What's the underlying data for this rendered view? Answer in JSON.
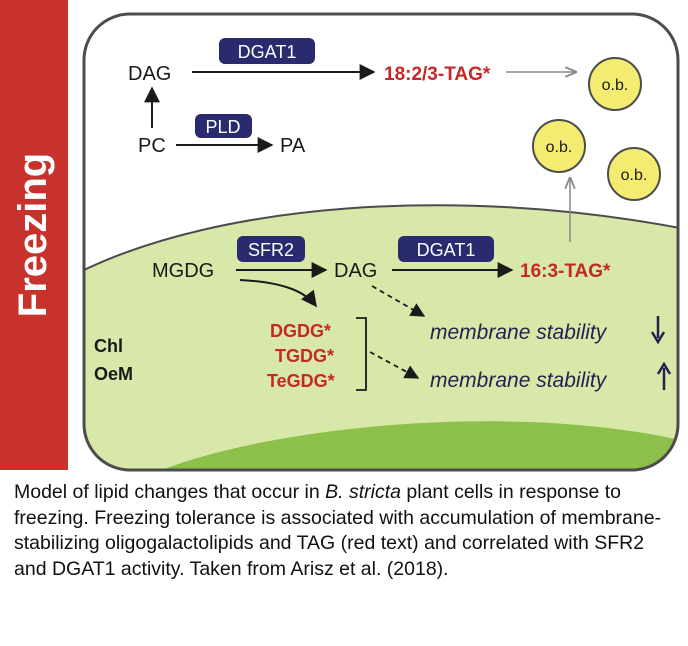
{
  "figure": {
    "side_label": "Freezing",
    "colors": {
      "side_bar": "#c8322d",
      "enzyme_box": "#2a2a6e",
      "chloroplast": "#d8e8a8",
      "inner_membrane": "#8cc04a",
      "lipid_drop": "#f4ec70",
      "red_text": "#c62828",
      "dark_text": "#1a1a1a",
      "stability_text": "#23234f"
    },
    "cytosol": {
      "dag": "DAG",
      "dgat1": "DGAT1",
      "tag": "18:2/3-TAG*",
      "pc": "PC",
      "pld": "PLD",
      "pa": "PA"
    },
    "lipid_droplets": [
      "o.b.",
      "o.b.",
      "o.b."
    ],
    "chloroplast": {
      "mgdg": "MGDG",
      "sfr2": "SFR2",
      "dag": "DAG",
      "dgat1": "DGAT1",
      "tag": "16:3-TAG*",
      "products": [
        "DGDG*",
        "TGDG*",
        "TeGDG*"
      ],
      "membrane_labels": [
        "Chl",
        "OeM"
      ],
      "stability_down": "membrane stability",
      "stability_up": "membrane stability",
      "arrow_down_icon": "arrow-down-icon",
      "arrow_up_icon": "arrow-up-icon"
    }
  },
  "caption": {
    "part1": "Model of lipid changes that occur in ",
    "species": "B. stricta",
    "part2": " plant cells in response to freezing. Freezing tolerance is associated with accumulation of membrane-stabilizing oligogalactolipids and TAG (red text) and correlated with SFR2 and DGAT1 activity. Taken from Arisz et al. (2018)."
  }
}
